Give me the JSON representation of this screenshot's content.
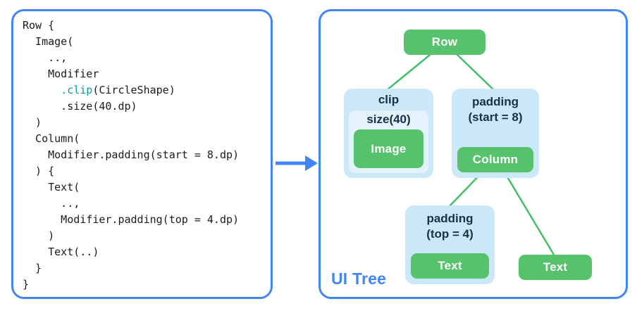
{
  "colors": {
    "panel_border": "#4285F4",
    "arrow": "#4285F4",
    "node_green": "#57C26C",
    "edge_green": "#45BE68",
    "group_blue": "#CBE8F9",
    "inner_group_blue": "#E4F2FB",
    "code_highlight_teal": "#0b9ba4",
    "caption_blue": "#4285F4"
  },
  "code": {
    "part1": "Row {\n  Image(\n    ..,\n    Modifier\n      ",
    "highlight": ".clip",
    "part2": "(CircleShape)\n      .size(40.dp)\n  )\n  Column(\n    Modifier.padding(start = 8.dp)\n  ) {\n    Text(\n      ..,\n      Modifier.padding(top = 4.dp)\n    )\n    Text(..)\n  }\n}"
  },
  "tree": {
    "caption": "UI Tree",
    "root_label": "Row",
    "clip": {
      "label": "clip",
      "size_label": "size(40)",
      "node": "Image"
    },
    "padding_start": {
      "line1": "padding",
      "line2": "(start = 8)",
      "node": "Column"
    },
    "padding_top": {
      "line1": "padding",
      "line2": "(top = 4)",
      "node": "Text"
    },
    "text_leaf": "Text"
  }
}
